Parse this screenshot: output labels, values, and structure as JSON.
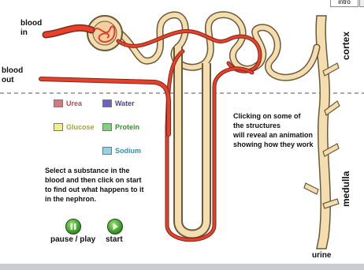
{
  "tabs": {
    "intro": "intro"
  },
  "labels": {
    "blood_in": [
      "blood",
      "in"
    ],
    "blood_out": [
      "blood",
      "out"
    ],
    "cortex": "cortex",
    "medulla": "medulla",
    "urine": "urine"
  },
  "legend": {
    "items": [
      {
        "key": "urea",
        "label": "Urea",
        "color": "#d9777f"
      },
      {
        "key": "water",
        "label": "Water",
        "color": "#6b63c2"
      },
      {
        "key": "glucose",
        "label": "Glucose",
        "color": "#f2ee8a"
      },
      {
        "key": "protein",
        "label": "Protein",
        "color": "#7fd17c"
      },
      {
        "key": "sodium",
        "label": "Sodium",
        "color": "#8fd3e6"
      }
    ]
  },
  "info_text": [
    "Clicking on some of",
    "the structures",
    "will reveal an animation",
    "showing how they work"
  ],
  "instructions": [
    "Select a substance in the",
    "blood and then click on start",
    "to find out what happens to it",
    "in the nephron."
  ],
  "controls": {
    "pause_play": "pause / play",
    "start": "start"
  },
  "colors": {
    "blood": "#e8402a",
    "tubule_fill": "#f4ddae",
    "tubule_outline": "#6a5a3a"
  }
}
